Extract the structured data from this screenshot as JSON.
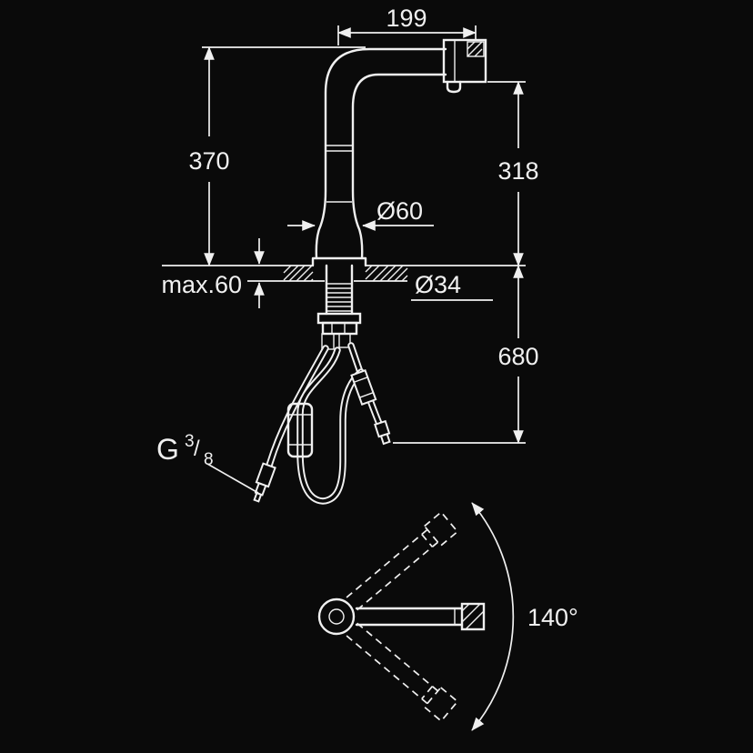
{
  "colors": {
    "background": "#0a0a0a",
    "ink": "#f0f0f0"
  },
  "front_view": {
    "spout_reach_label": "199",
    "total_height_label": "370",
    "spout_height_label": "318",
    "base_diameter_label": "Ø60",
    "deck_thickness_label": "max.60",
    "hole_diameter_label": "Ø34",
    "install_depth_label": "680",
    "thread_g": "G",
    "thread_num": "3",
    "thread_slash": "/",
    "thread_den": "8"
  },
  "top_view": {
    "swivel_angle_label": "140°"
  }
}
